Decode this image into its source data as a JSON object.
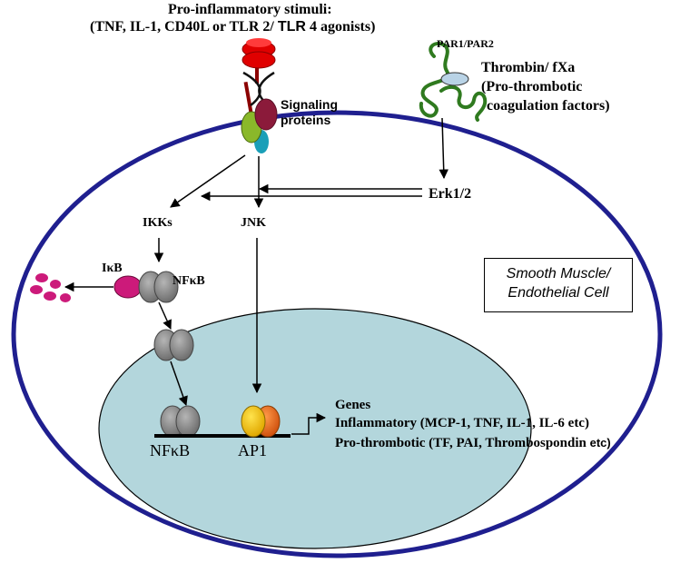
{
  "stimuli": {
    "title": "Pro-inflammatory stimuli:",
    "line1": "(TNF, IL-1, CD40L or TLR 2/",
    "line2": "TLR",
    "line3": "4 agonists)"
  },
  "receptor": {
    "signaling_line1": "Signaling",
    "signaling_line2": "proteins"
  },
  "par": {
    "receptor_label": "PAR1/PAR2",
    "ligand_line1": "Thrombin/ fXa",
    "ligand_line2": "(Pro-thrombotic",
    "ligand_line3": "coagulation factors)"
  },
  "kinases": {
    "erk": "Erk1/2",
    "ikk": "IKKs",
    "jnk": "JNK"
  },
  "complex": {
    "ikb": "IκB",
    "nfkb_cyto": "NFκB",
    "nfkb_nuc": "NFκB",
    "ap1": "AP1"
  },
  "cell": {
    "label_line1": "Smooth Muscle/",
    "label_line2": "Endothelial Cell"
  },
  "genes": {
    "title": "Genes",
    "inflammatory": "Inflammatory (MCP-1, TNF, IL-1, IL-6 etc)",
    "prothrombotic": "Pro-thrombotic (TF, PAI, Thrombospondin",
    "prothrombotic_tail": "etc)"
  },
  "colors": {
    "cell_membrane": "#1f1f8f",
    "nucleus": "#b3d6dc",
    "receptor_red": "#e00000",
    "nfkb_gray": "#8c8c8c",
    "ikb_magenta": "#cc1a7a",
    "ap1_yellow": "#f2c400",
    "ap1_orange": "#e86a1a",
    "par_green": "#2f7a1f",
    "ligand_blue": "#b9d3e6",
    "signal_dark_red": "#8b1a3a",
    "signal_green": "#8ab82a",
    "signal_cyan": "#1a9fb8"
  }
}
